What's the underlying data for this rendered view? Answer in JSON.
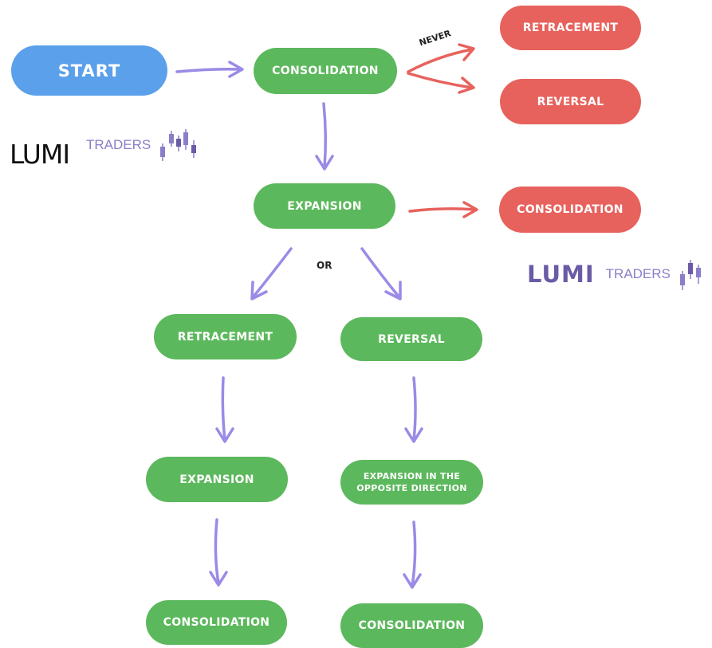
{
  "colors": {
    "start": "#5aa0ea",
    "green": "#5cb85c",
    "red": "#e7625d",
    "arrow_purple": "#9b8ae6",
    "arrow_red": "#e7625d",
    "logo_dark": "#6b5aa6",
    "logo_light": "#8a7ec8"
  },
  "nodes": {
    "start": "START",
    "consolidation_top": "CONSOLIDATION",
    "retracement_never": "RETRACEMENT",
    "reversal_never": "REVERSAL",
    "expansion_main": "EXPANSION",
    "consolidation_red": "CONSOLIDATION",
    "retracement": "RETRACEMENT",
    "reversal": "REVERSAL",
    "expansion_left": "EXPANSION",
    "expansion_opposite": "EXPANSION IN THE\nOPPOSITE DIRECTION",
    "consolidation_left": "CONSOLIDATION",
    "consolidation_right": "CONSOLIDATION"
  },
  "labels": {
    "never": "NEVER",
    "or": "OR"
  },
  "logos": {
    "plain_text": "LUMI",
    "brand_lumi": "LUMI",
    "brand_traders": "TRADERS",
    "icon": "candlestick-chart-icon"
  }
}
